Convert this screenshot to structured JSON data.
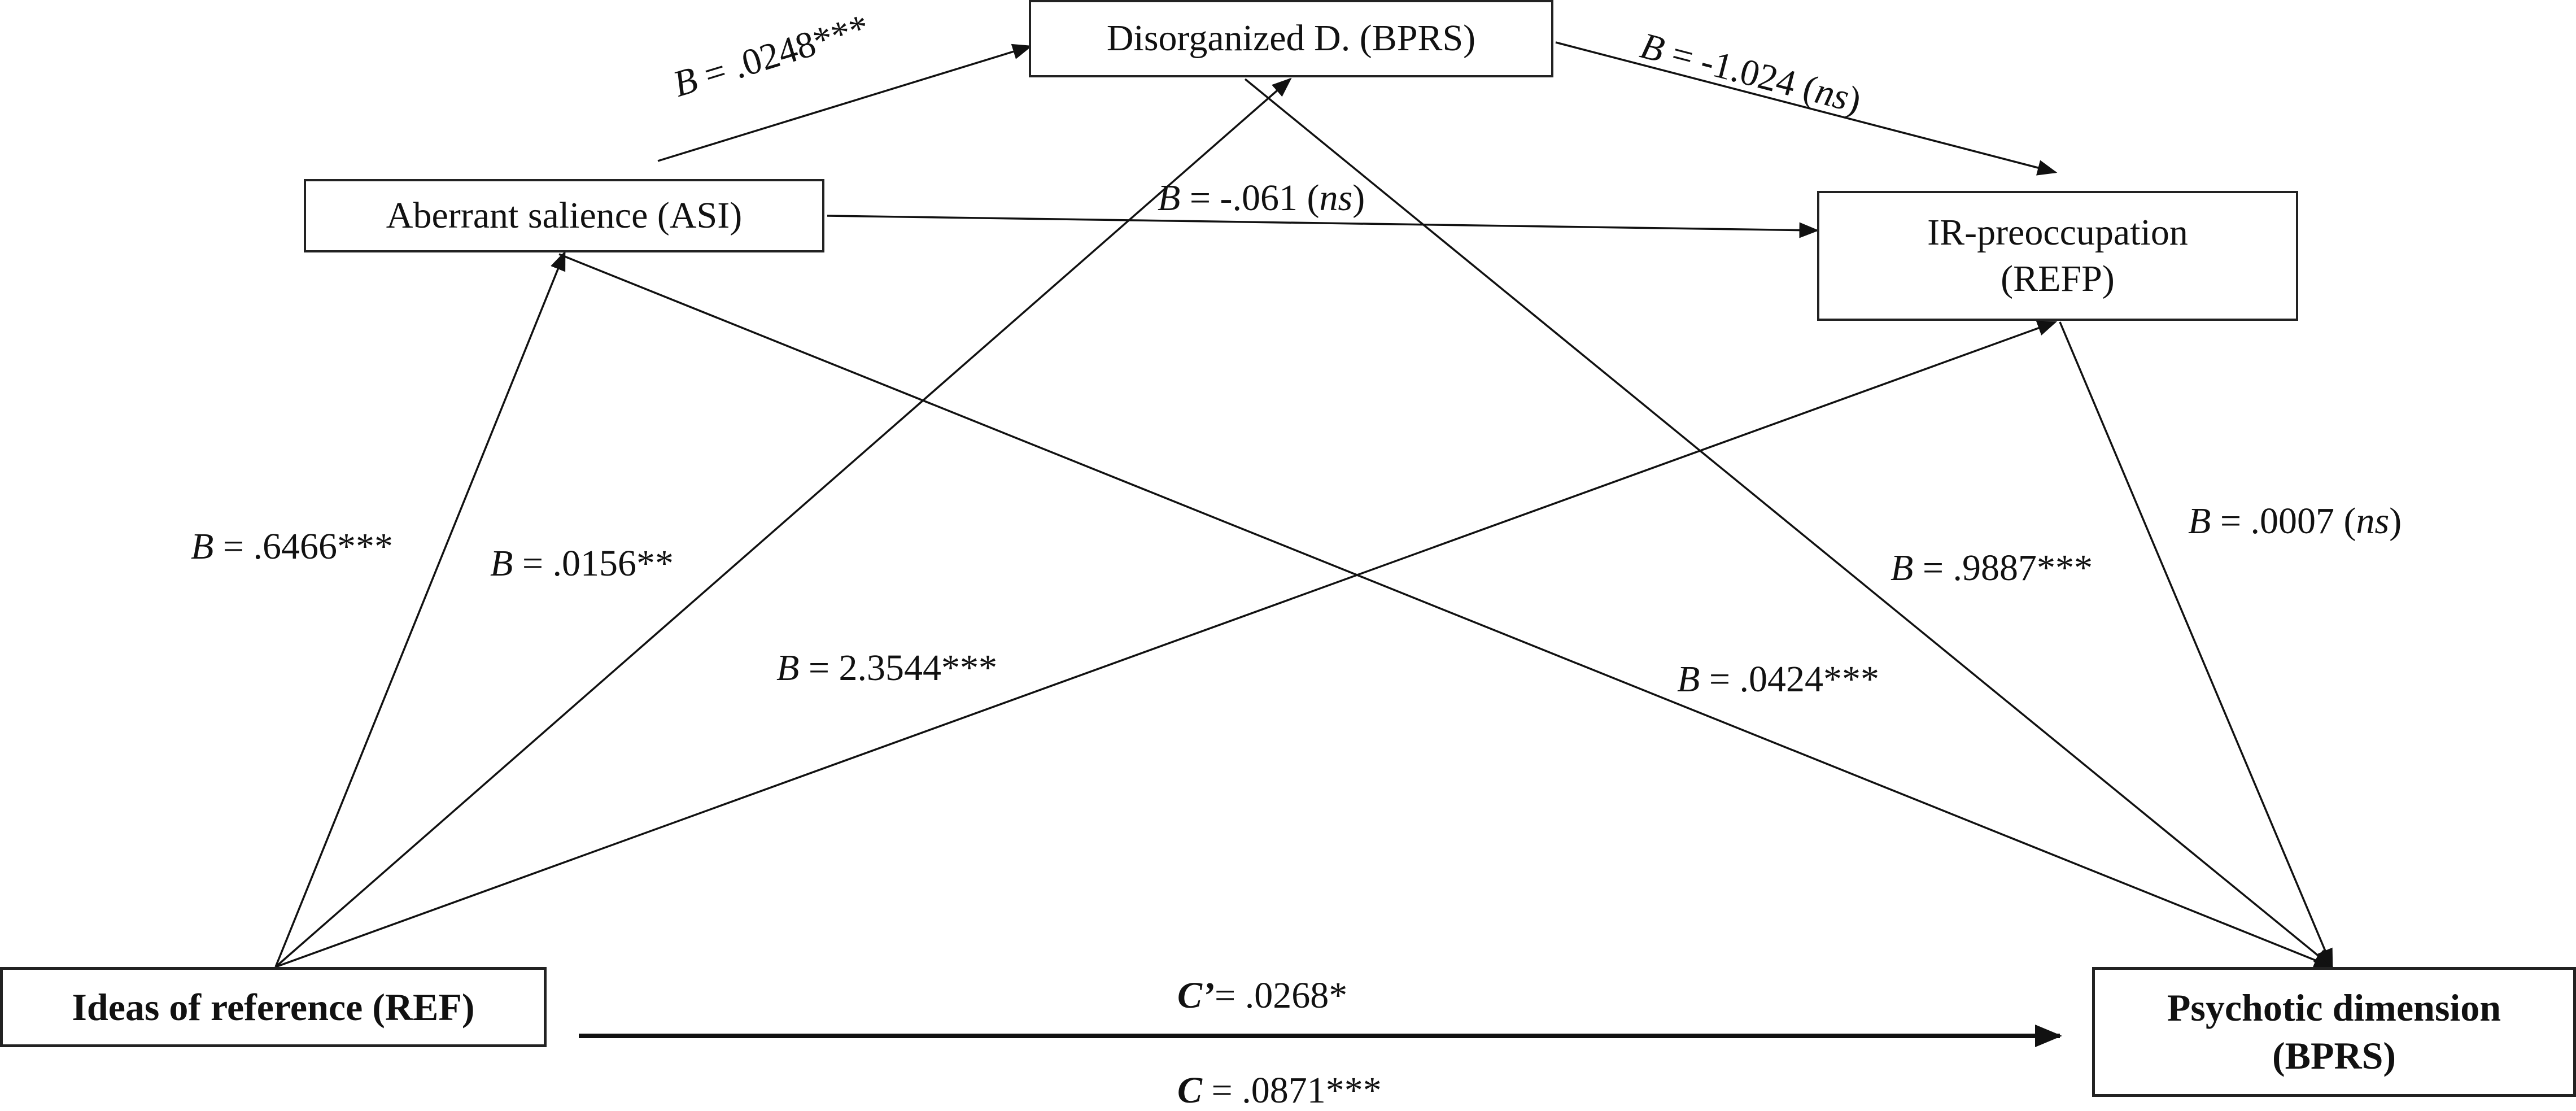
{
  "nodes": {
    "ref": {
      "line1": "Ideas of reference (REF)"
    },
    "asi": {
      "line1": "Aberrant salience (ASI)"
    },
    "dis": {
      "line1": "Disorganized D. (BPRS)"
    },
    "irp": {
      "line1": "IR-preoccupation",
      "line2": "(REFP)"
    },
    "psy": {
      "line1": "Psychotic dimension",
      "line2": "(BPRS)"
    }
  },
  "edges": {
    "asi_dis": {
      "sym": "B",
      "text": " = .0248***"
    },
    "dis_irp": {
      "sym": "B",
      "text": " = -1.024 (",
      "ns": "ns",
      "close": ")"
    },
    "asi_irp": {
      "sym": "B",
      "text": " = -.061 (",
      "ns": "ns",
      "close": ")"
    },
    "ref_asi": {
      "sym": "B",
      "text": " = .6466***"
    },
    "ref_dis": {
      "sym": "B",
      "text": " = .0156**"
    },
    "ref_irp": {
      "sym": "B",
      "text": " = 2.3544***"
    },
    "dis_psy": {
      "sym": "B",
      "text": " = .9887***"
    },
    "asi_psy": {
      "sym": "B",
      "text": " = .0424***"
    },
    "irp_psy": {
      "sym": "B",
      "text": " = .0007 (",
      "ns": "ns",
      "close": ")"
    },
    "direct": {
      "sym": "C’",
      "text": "= .0268*"
    },
    "total": {
      "sym": "C",
      "text": " = .0871***"
    }
  }
}
